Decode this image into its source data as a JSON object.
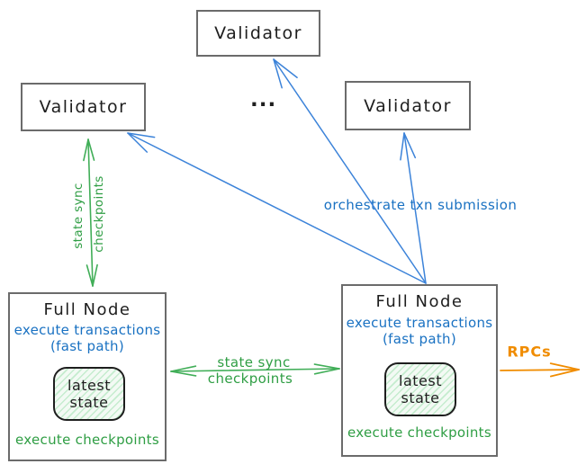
{
  "colors": {
    "blue_text": "#1971c2",
    "blue_arrow": "#3c83d9",
    "green_text": "#2f9e44",
    "green_arrow": "#41ae58",
    "orange": "#f08c00",
    "box_border": "#6b6b6b",
    "ink": "#1e1e1e"
  },
  "validators": [
    {
      "label": "Validator"
    },
    {
      "label": "Validator"
    },
    {
      "label": "Validator"
    }
  ],
  "ellipsis": "...",
  "full_nodes": [
    {
      "title": "Full Node",
      "line1": "execute transactions",
      "line2": "(fast path)",
      "state_line1": "latest",
      "state_line2": "state",
      "footer": "execute checkpoints"
    },
    {
      "title": "Full Node",
      "line1": "execute transactions",
      "line2": "(fast path)",
      "state_line1": "latest",
      "state_line2": "state",
      "footer": "execute checkpoints"
    }
  ],
  "edge_labels": {
    "orchestrate": "orchestrate txn submission",
    "state_sync_vertical_line1": "state sync",
    "state_sync_vertical_line2": "checkpoints",
    "state_sync_horizontal_line1": "state sync",
    "state_sync_horizontal_line2": "checkpoints",
    "rpcs": "RPCs"
  }
}
